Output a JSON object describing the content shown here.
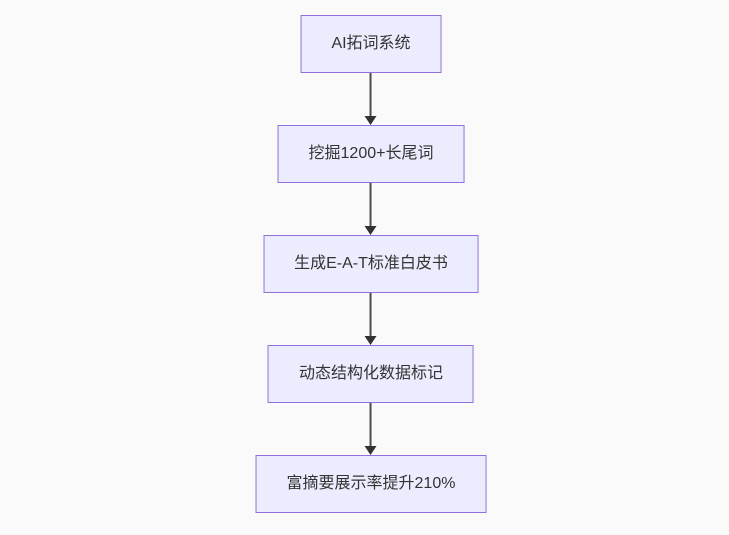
{
  "flowchart": {
    "type": "flowchart-top-down",
    "nodes": [
      {
        "id": "A",
        "label": "AI拓词系统"
      },
      {
        "id": "B",
        "label": "挖掘1200+长尾词"
      },
      {
        "id": "C",
        "label": "生成E-A-T标准白皮书"
      },
      {
        "id": "D",
        "label": "动态结构化数据标记"
      },
      {
        "id": "E",
        "label": "富摘要展示率提升210%"
      }
    ],
    "edges": [
      {
        "from": "A",
        "to": "B",
        "label": ""
      },
      {
        "from": "B",
        "to": "C",
        "label": ""
      },
      {
        "from": "C",
        "to": "D",
        "label": ""
      },
      {
        "from": "D",
        "to": "E",
        "label": ""
      }
    ],
    "colors": {
      "background": "#fafafa",
      "node_fill": "#ECECFF",
      "node_border": "#9370DB",
      "node_text": "#333333",
      "arrow": "#333333"
    }
  }
}
